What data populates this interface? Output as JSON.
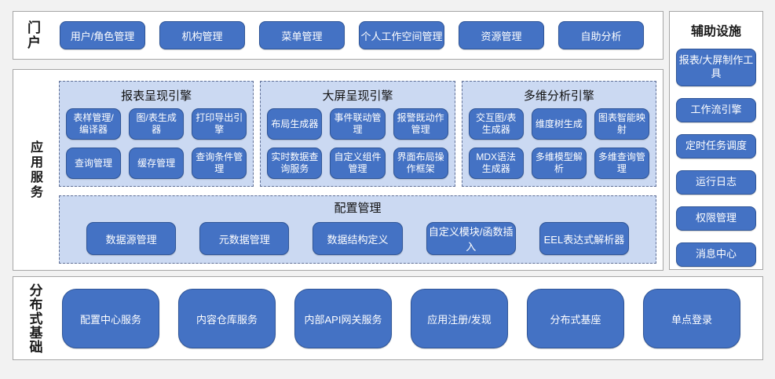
{
  "colors": {
    "accent": "#4472c4",
    "accent_border": "#2f5597",
    "panel_fill": "#cbd9f2",
    "panel_dash_border": "#5f6f96",
    "box_border": "#a6a6a6",
    "page_background": "#f2f2f2",
    "button_text": "#ffffff"
  },
  "portal": {
    "label": "门户",
    "items": [
      {
        "label": "用户/角色管理"
      },
      {
        "label": "机构管理"
      },
      {
        "label": "菜单管理"
      },
      {
        "label": "个人工作空间管理"
      },
      {
        "label": "资源管理"
      },
      {
        "label": "自助分析"
      }
    ]
  },
  "app_services": {
    "label": "应用服务",
    "engines": [
      {
        "title": "报表呈现引擎",
        "buttons": [
          "表样管理/编译器",
          "图/表生成器",
          "打印导出引擎",
          "查询管理",
          "缓存管理",
          "查询条件管理"
        ]
      },
      {
        "title": "大屏呈现引擎",
        "buttons": [
          "布局生成器",
          "事件联动管理",
          "报警既动作管理",
          "实时数据查询服务",
          "自定义组件管理",
          "界面布局操作框架"
        ]
      },
      {
        "title": "多维分析引擎",
        "buttons": [
          "交互图/表生成器",
          "维度树生成",
          "图表智能映射",
          "MDX语法生成器",
          "多维模型解析",
          "多维查询管理"
        ]
      }
    ],
    "config": {
      "title": "配置管理",
      "buttons": [
        "数据源管理",
        "元数据管理",
        "数据结构定义",
        "自定义模块/函数插入",
        "EEL表达式解析器"
      ]
    }
  },
  "auxiliary": {
    "title": "辅助设施",
    "buttons": [
      "报表/大屏制作工具",
      "工作流引擎",
      "定时任务调度",
      "运行日志",
      "权限管理",
      "消息中心"
    ]
  },
  "foundation": {
    "label": "分布式基础",
    "buttons": [
      "配置中心服务",
      "内容仓库服务",
      "内部API网关服务",
      "应用注册/发现",
      "分布式基座",
      "单点登录"
    ]
  }
}
